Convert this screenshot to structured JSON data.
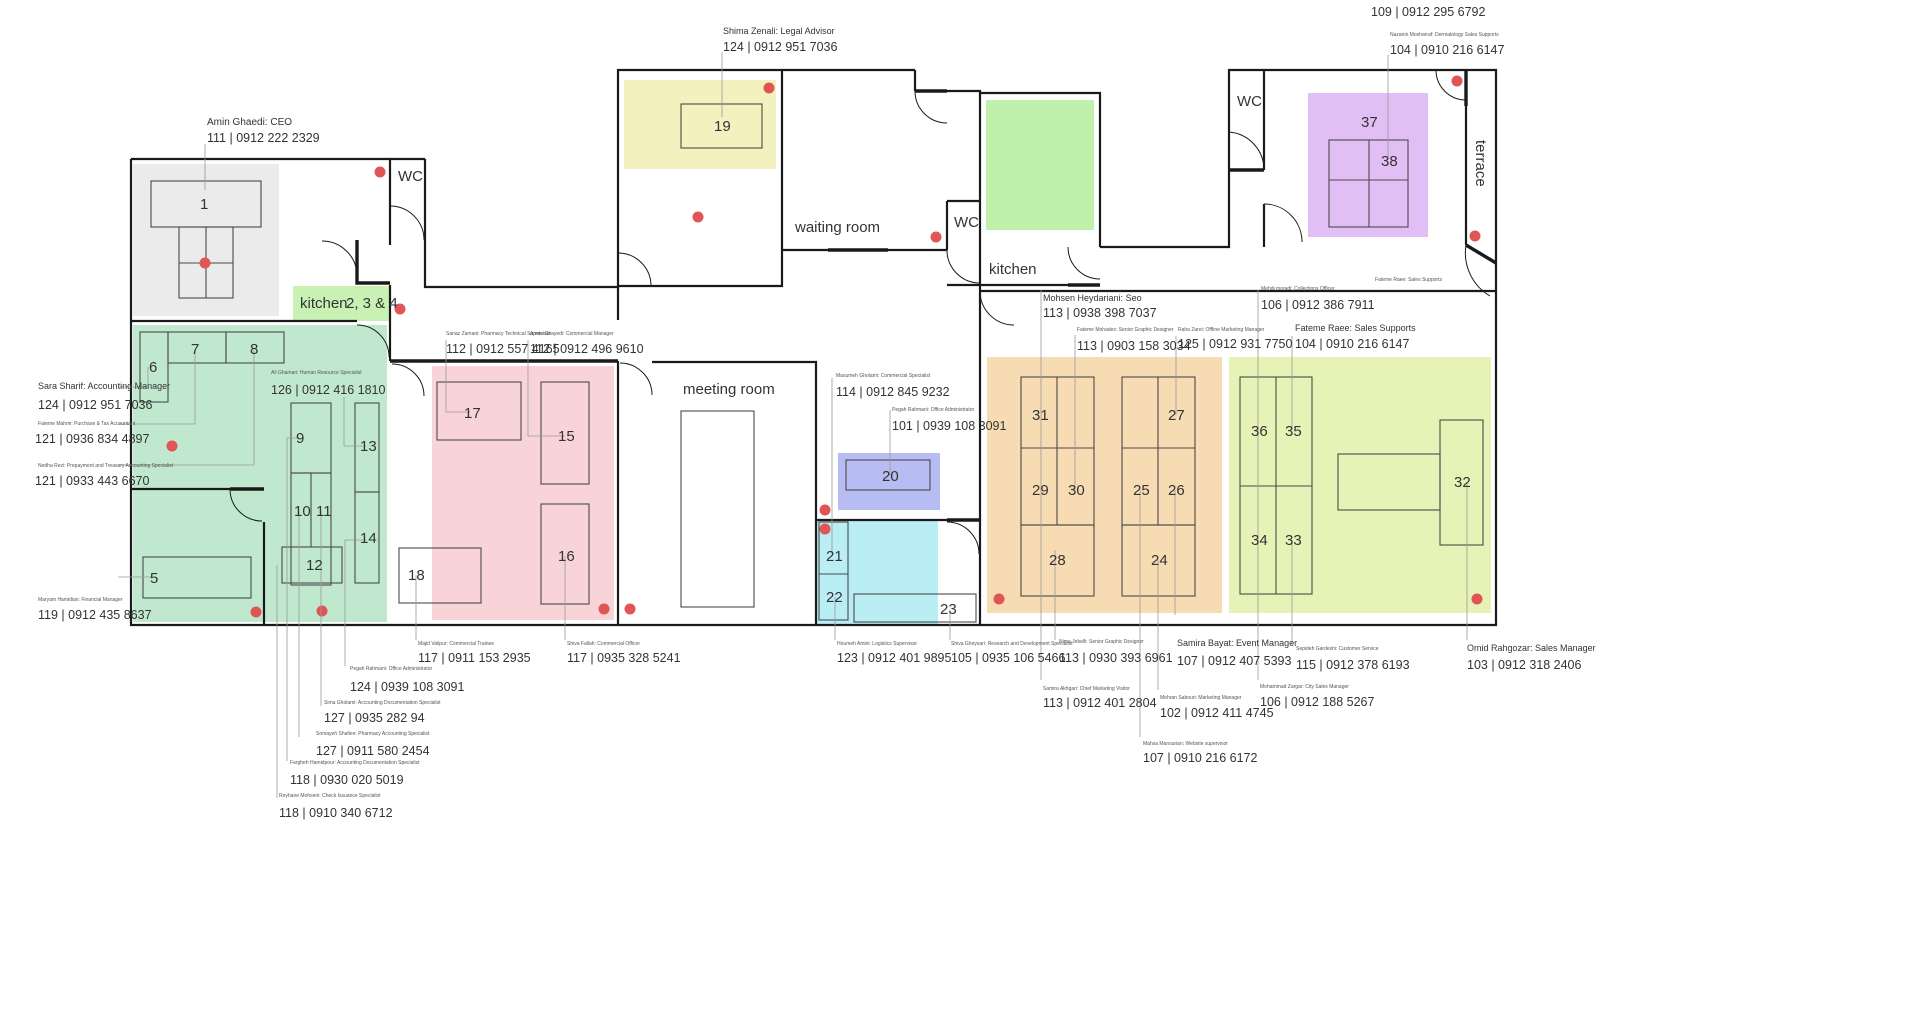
{
  "colors": {
    "gray": "#ebebeb",
    "green": "#bfe8cf",
    "kitchen_green": "#c9f1b3",
    "yellow": "#f3f1bd",
    "pink": "#f8d4d8",
    "blue": "#b7bdf2",
    "cyan": "#b8eef4",
    "orange": "#f7dbb2",
    "lime": "#e7f3b6",
    "purple": "#e1bff5",
    "bright_green": "#bff0ac",
    "sensor": "#e05555"
  },
  "rooms": {
    "wc_left": "WC",
    "wc_mid": "WC",
    "wc_right": "WC",
    "kitchen_left": "kitchen",
    "kitchen_left_desks": "2, 3 & 4",
    "kitchen_mid": "kitchen",
    "waiting_room": "waiting room",
    "meeting_room": "meeting room",
    "terrace": "terrace"
  },
  "desks": [
    "1",
    "5",
    "6",
    "7",
    "8",
    "9",
    "10",
    "11",
    "12",
    "13",
    "14",
    "15",
    "16",
    "17",
    "18",
    "19",
    "20",
    "21",
    "22",
    "23",
    "24",
    "25",
    "26",
    "27",
    "28",
    "29",
    "30",
    "31",
    "32",
    "33",
    "34",
    "35",
    "36",
    "37",
    "38"
  ],
  "people": [
    {
      "name": "Amin Ghaedi:",
      "role": "CEO",
      "phone": "111 | 0912 222 2329"
    },
    {
      "name": "Shima Zenali:",
      "role": "Legal Advisor",
      "phone": "124 | 0912 951 7036"
    },
    {
      "name": "Sara Sharif:",
      "role": "Accounting Manager",
      "phone": "124 | 0912 951 7036"
    },
    {
      "name": "Fateme Mahmi:",
      "role": "Purchase & Tax Accountant",
      "phone": "121 | 0936 834 4897"
    },
    {
      "name": "Nedha Rezi:",
      "role": "Prepayment and Treasury Accounting Specialist",
      "phone": "121 | 0933 443 6670"
    },
    {
      "name": "Maryam Hamidian:",
      "role": "Financial Manager",
      "phone": "119 | 0912 435 8637"
    },
    {
      "name": "Ali Ghamari:",
      "role": "Human Resource Specialist",
      "phone": "126 | 0912 416 1810"
    },
    {
      "name": "Sanaz Zamani:",
      "role": "Pharmacy Technical Supervisor",
      "phone": "112 | 0912 557 4165"
    },
    {
      "name": "Armin Ghayedi:",
      "role": "Commercial Manager",
      "phone": "112 | 0912 496 9610"
    },
    {
      "name": "Masumeh Gholami:",
      "role": "Commercial Specialist",
      "phone": "114 | 0912 845 9232"
    },
    {
      "name": "Pegah Rahmani:",
      "role": "Office Administrator",
      "phone": "101 | 0939 108 3091"
    },
    {
      "name": "Pegah Rahmani:",
      "role": "Office Administrator",
      "phone": "124 | 0939 108 3091"
    },
    {
      "name": "Sima Gholami:",
      "role": "Accounting Documentation Specialist",
      "phone": "127 | 0935 282 94"
    },
    {
      "name": "Somayeh Shafiee:",
      "role": "Pharmacy Accounting Specialist",
      "phone": "127 | 0911 580 2454"
    },
    {
      "name": "Fargheh Hamidpour:",
      "role": "Accounting Documentation Specialist",
      "phone": "118 | 0930 020 5019"
    },
    {
      "name": "Reyhane Mohseni:",
      "role": "Check Issuance Specialist",
      "phone": "118 | 0910 340 6712"
    },
    {
      "name": "Majid Valipur:",
      "role": "Commercial Trainee",
      "phone": "117 | 0911 153 2935"
    },
    {
      "name": "Shiva Fallah:",
      "role": "Commercial Officer",
      "phone": "117 | 0935 328 5241"
    },
    {
      "name": "Houmeh Amini:",
      "role": "Logistics Supervisor",
      "phone": "123 | 0912 401 9895"
    },
    {
      "name": "Shiva Gheysari:",
      "role": "Research and Development Specialist",
      "phone": "105 | 0935 106 5466"
    },
    {
      "name": "Mohsen Heydariani:",
      "role": "Seo",
      "phone": "113 | 0938 398 7037"
    },
    {
      "name": "Fateme Mohades:",
      "role": "Senior Graphic Designer",
      "phone": "113 | 0903 158 3034"
    },
    {
      "name": "Raha Zarei:",
      "role": "Offline Marketing Manager",
      "phone": "125 | 0912 931 7750"
    },
    {
      "name": "Samira Bayat:",
      "role": "Event Manager",
      "phone": "107 | 0912 407 5393"
    },
    {
      "name": "Nima Jebelli:",
      "role": "Senior Graphic Designer",
      "phone": "113 | 0930 393 6961"
    },
    {
      "name": "Samira Akhgari:",
      "role": "Chief Marketing Visitor",
      "phone": "113 | 0912 401 2804"
    },
    {
      "name": "Mehran Sabouri:",
      "role": "Marketing Manager",
      "phone": "102 | 0912 411 4745"
    },
    {
      "name": "Mahsa Mansurian:",
      "role": "Website supervisor",
      "phone": "107 | 0910 216 6172"
    },
    {
      "name": "Mehdi moradi:",
      "role": "Collections Officer",
      "phone": "106 | 0912 386 7911"
    },
    {
      "name": "Fateme Raee:",
      "role": "Sales Supports",
      "phone": "104 | 0910 216 6147"
    },
    {
      "name": "Sepideh Gardeshi:",
      "role": "Customer Service",
      "phone": "115 | 0912 378 6193"
    },
    {
      "name": "Mohammad Zargar:",
      "role": "City Sales Manager",
      "phone": "106 | 0912 188 5267"
    },
    {
      "name": "Omid Rahgozar:",
      "role": "Sales Manager",
      "phone": "103 | 0912 318 2406"
    },
    {
      "name": "Nazanin Mosharraf:",
      "role": "Dermatology Sales Supports",
      "phone": "104 | 0910 216 6147"
    },
    {
      "name": "",
      "role": "",
      "phone": "109 | 0912 295 6792"
    },
    {
      "name": "Fateme Raee:",
      "role": "Sales Supports",
      "phone": ""
    }
  ]
}
